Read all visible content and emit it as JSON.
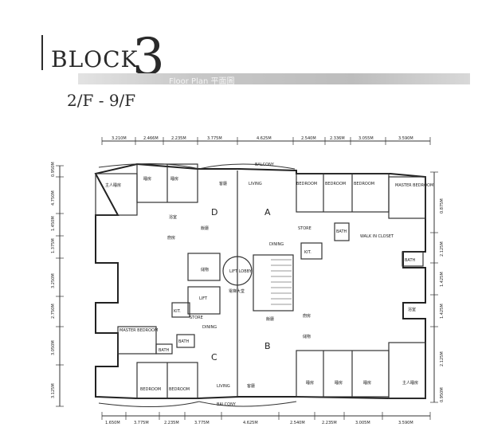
{
  "header": {
    "block_word": "BLOCK",
    "block_number": "3",
    "band_text": "Floor Plan 平面圖",
    "floor_range": "2/F - 9/F"
  },
  "units": {
    "a": "A",
    "b": "B",
    "c": "C",
    "d": "D"
  },
  "top_dims": [
    "3.210M",
    "2.466M",
    "2.235M",
    "3.775M",
    "4.625M",
    "2.540M",
    "2.336M",
    "3.055M",
    "3.590M"
  ],
  "bottom_dims": [
    "1.650M",
    "3.775M",
    "2.235M",
    "3.775M",
    "4.625M",
    "2.540M",
    "2.235M",
    "3.005M",
    "3.590M"
  ],
  "left_dims": [
    "0.950M",
    "4.750M",
    "1.450M",
    "1.375M",
    "3.250M",
    "2.750M",
    "3.050M",
    "3.125M"
  ],
  "right_dims": [
    "0.875M",
    "2.125M",
    "1.425M",
    "1.425M",
    "2.125M",
    "0.950M"
  ],
  "rooms": {
    "bedroom": "BEDROOM",
    "master_bedroom": "MASTER BEDROOM",
    "living": "LIVING",
    "dining": "DINING",
    "kit": "KIT.",
    "bath": "BATH",
    "lift": "LIFT",
    "lift_lobby": "LIFT LOBBY",
    "lobby_cn": "電梯大堂",
    "store": "STORE",
    "balcony": "BALCONY",
    "walk_in_closet": "WALK IN CLOSET",
    "master_cn": "主人睡房",
    "bedroom_cn": "睡房",
    "living_cn": "客廳",
    "dining_cn": "飯廳",
    "kit_cn": "廚房",
    "store_cn": "儲物",
    "bath_cn": "浴室"
  }
}
